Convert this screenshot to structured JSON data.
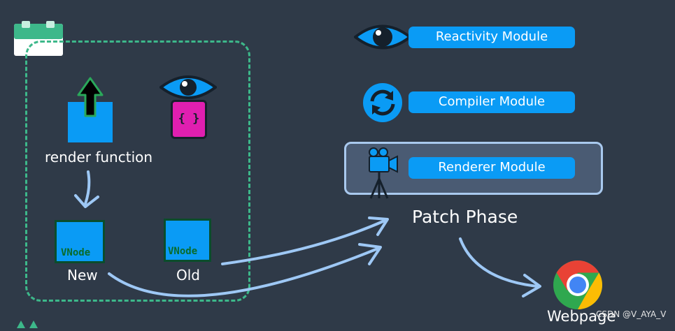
{
  "left_panel": {
    "render_function_label": "render function",
    "vnode_new": {
      "tag": "VNode",
      "caption": "New"
    },
    "vnode_old": {
      "tag": "VNode",
      "caption": "Old"
    },
    "curly_label": "{ }"
  },
  "modules": {
    "reactivity": "Reactivity Module",
    "compiler": "Compiler Module",
    "renderer": "Renderer Module"
  },
  "patch_phase": "Patch Phase",
  "webpage": "Webpage",
  "watermark": "CSDN @V_AYA_V",
  "colors": {
    "background": "#2f3a48",
    "module_pill": "#0a9bf5",
    "dashed_border": "#3db88a",
    "arrow": "#9ec8f5",
    "vnode_box": "#0a9bf5",
    "magenta_box": "#e01fb0"
  }
}
